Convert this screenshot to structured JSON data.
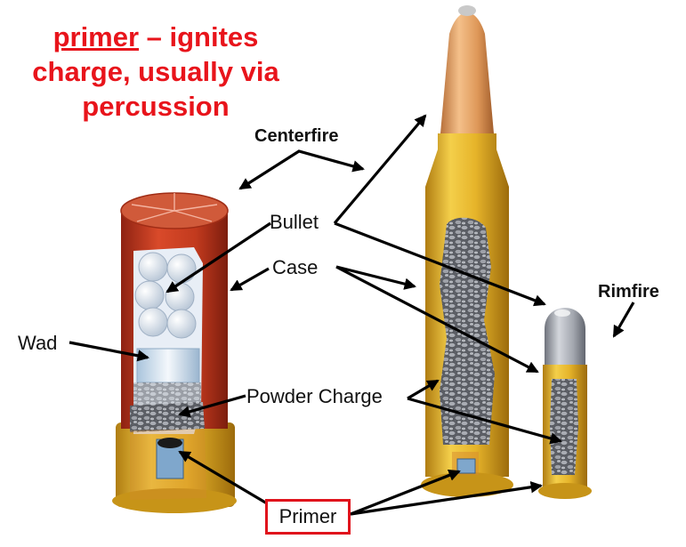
{
  "caption": {
    "term": "primer",
    "line1_rest": " – ignites",
    "line2": "charge, usually via",
    "line3": "percussion"
  },
  "labels": {
    "centerfire": "Centerfire",
    "rimfire": "Rimfire",
    "bullet": "Bullet",
    "case": "Case",
    "wad": "Wad",
    "powder_charge": "Powder Charge",
    "primer": "Primer"
  },
  "colors": {
    "caption_red": "#e8141b",
    "primer_box_border": "#e0131c",
    "shotshell_red": "#c6381f",
    "brass": "#e9b82c",
    "copper_bullet": "#e09a5c",
    "lead_bullet": "#a8abb3",
    "powder": "#8c8f96",
    "arrow": "#000000"
  }
}
